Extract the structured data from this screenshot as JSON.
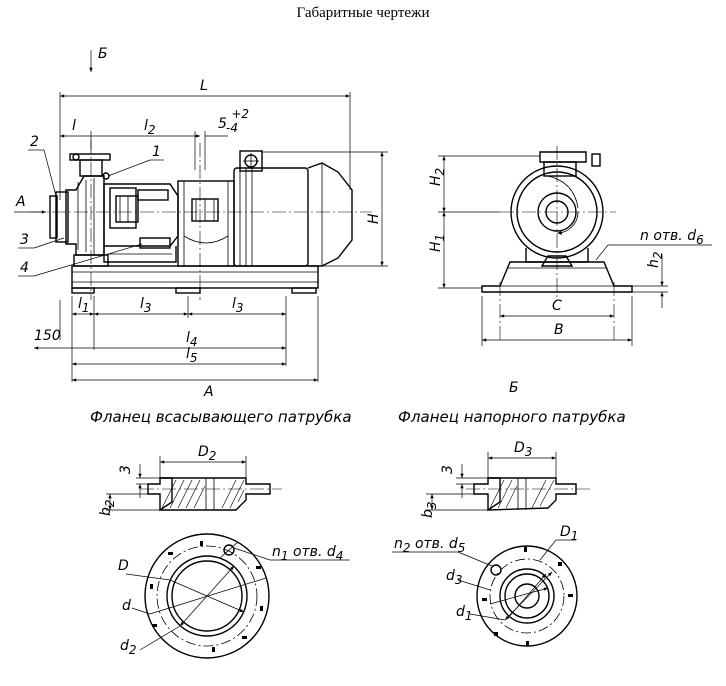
{
  "title": "Габаритные чертежи",
  "views": {
    "side": {
      "dims": {
        "L": "L",
        "l": "l",
        "l2": "l",
        "l2_sub": "2",
        "gap": "5",
        "gap_tol_plus": "+2",
        "gap_tol_minus": "-4",
        "H": "H",
        "l1": "l",
        "l1_sub": "1",
        "l3a": "l",
        "l3a_sub": "3",
        "l3b": "l",
        "l3b_sub": "3",
        "size150": "150",
        "l4": "l",
        "l4_sub": "4",
        "l5": "l",
        "l5_sub": "5",
        "A_total": "A"
      },
      "arrow_A": "A",
      "arrow_B": "Б",
      "callouts": [
        "2",
        "1",
        "3",
        "4"
      ]
    },
    "front": {
      "dims": {
        "H2": "H",
        "H2_sub": "2",
        "H1": "H",
        "H1_sub": "1",
        "holes": "n отв. d",
        "holes_sub": "6",
        "h2": "h",
        "h2_sub": "2",
        "C": "C",
        "B": "B"
      },
      "view_label": "Б"
    }
  },
  "flanges": {
    "suction": {
      "caption": "Фланец всасывающего патрубка",
      "D_outer": "D",
      "D_outer_sub": "2",
      "thick": "3",
      "b": "b",
      "b_sub": "2",
      "holes": "n",
      "holes_sub": "1",
      "holes_text": " отв. d",
      "holes_text_sub": "4",
      "D": "D",
      "d": "d",
      "d2": "d",
      "d2_sub": "2"
    },
    "discharge": {
      "caption": "Фланец напорного патрубка",
      "D_outer": "D",
      "D_outer_sub": "3",
      "thick": "3",
      "b": "b",
      "b_sub": "3",
      "holes": "n",
      "holes_sub": "2",
      "holes_text": " отв. d",
      "holes_text_sub": "5",
      "D1": "D",
      "D1_sub": "1",
      "d3": "d",
      "d3_sub": "3",
      "d1": "d",
      "d1_sub": "1"
    }
  }
}
